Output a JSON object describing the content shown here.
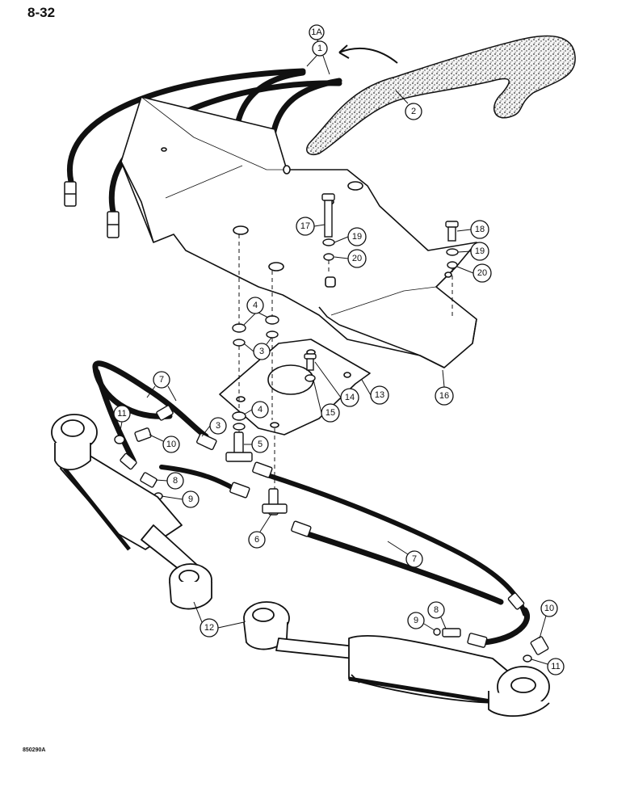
{
  "page": {
    "number": "8-32",
    "figure_code": "850290A"
  },
  "callouts": [
    {
      "id": "c1a",
      "label": "1A"
    },
    {
      "id": "c1",
      "label": "1"
    },
    {
      "id": "c2",
      "label": "2"
    },
    {
      "id": "c17",
      "label": "17"
    },
    {
      "id": "c19a",
      "label": "19"
    },
    {
      "id": "c20a",
      "label": "20"
    },
    {
      "id": "c18",
      "label": "18"
    },
    {
      "id": "c19b",
      "label": "19"
    },
    {
      "id": "c20b",
      "label": "20"
    },
    {
      "id": "c4a",
      "label": "4"
    },
    {
      "id": "c3a",
      "label": "3"
    },
    {
      "id": "c13",
      "label": "13"
    },
    {
      "id": "c14",
      "label": "14"
    },
    {
      "id": "c15",
      "label": "15"
    },
    {
      "id": "c16",
      "label": "16"
    },
    {
      "id": "c7a",
      "label": "7"
    },
    {
      "id": "c11a",
      "label": "11"
    },
    {
      "id": "c10a",
      "label": "10"
    },
    {
      "id": "c4b",
      "label": "4"
    },
    {
      "id": "c3b",
      "label": "3"
    },
    {
      "id": "c5",
      "label": "5"
    },
    {
      "id": "c8a",
      "label": "8"
    },
    {
      "id": "c9a",
      "label": "9"
    },
    {
      "id": "c6",
      "label": "6"
    },
    {
      "id": "c7b",
      "label": "7"
    },
    {
      "id": "c12",
      "label": "12"
    },
    {
      "id": "c9b",
      "label": "9"
    },
    {
      "id": "c8b",
      "label": "8"
    },
    {
      "id": "c10b",
      "label": "10"
    },
    {
      "id": "c11b",
      "label": "11"
    }
  ]
}
